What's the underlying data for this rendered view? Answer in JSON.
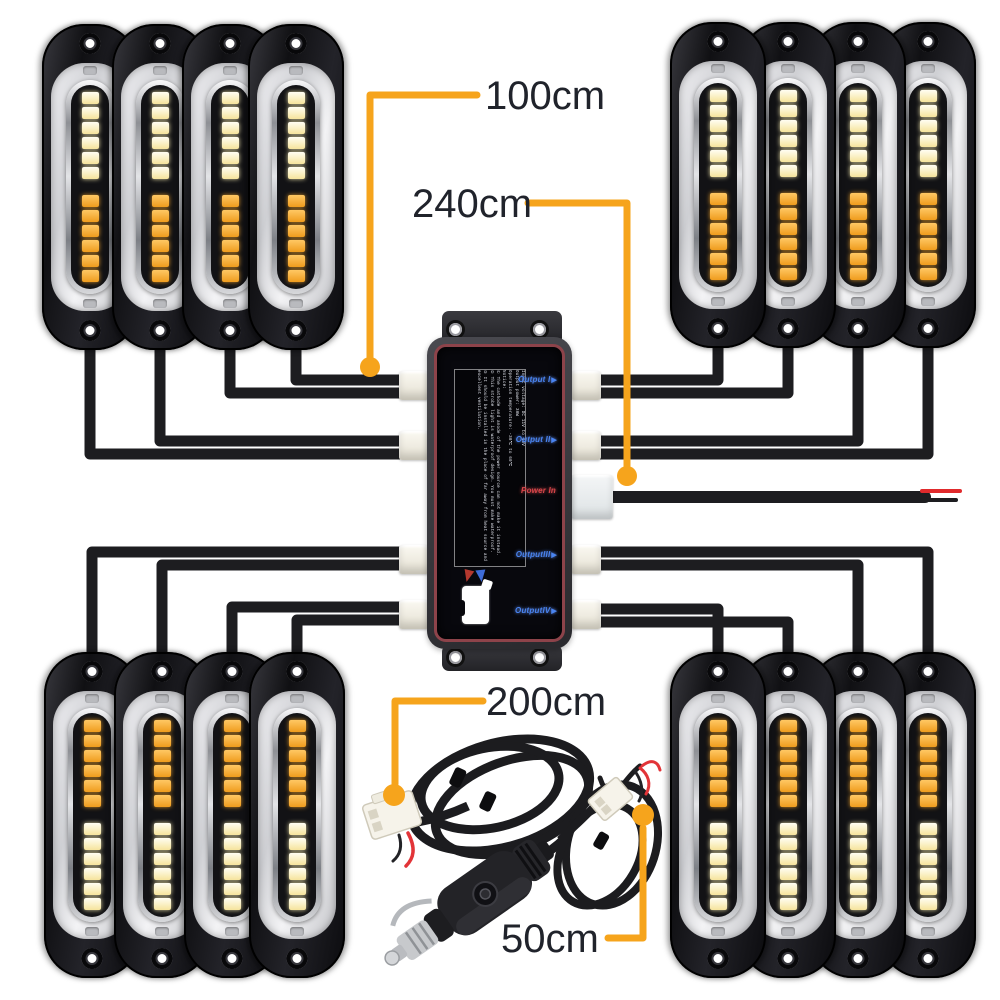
{
  "annotations": {
    "cable_light_to_box": "100cm",
    "cable_power_in": "240cm",
    "cable_extension": "200cm",
    "cable_plug": "50cm"
  },
  "colors": {
    "annotation_orange": "#F6A41C",
    "label_text": "#20232B",
    "wire_black": "#1D1D20",
    "amber_led": "#F2A327",
    "pale_led": "#FCEFB4",
    "box_ring_maroon": "#8D434A",
    "output_label_blue": "#4A84F0",
    "power_label_red": "#D8454A",
    "power_wire_red": "#E02A2C"
  },
  "control_box": {
    "ports": [
      {
        "label": "Output I",
        "type": "output",
        "arrow": "▶"
      },
      {
        "label": "Output II",
        "type": "output",
        "arrow": "▶"
      },
      {
        "label": "Power In",
        "type": "power",
        "arrow": ""
      },
      {
        "label": "OutputIII",
        "type": "output",
        "arrow": "▶"
      },
      {
        "label": "OutputIV",
        "type": "output",
        "arrow": "▶"
      }
    ],
    "spec_lines": [
      "Input voltage: DC 11V to 13V",
      "Output power: 30W",
      "Operation temperature: -30℃ to 60℃",
      "Notice:",
      "① The cathode and anode of the power source can not make it instead.",
      "② This strobe light is waterproof design. You must make waterproof.",
      "③ It should be installed in the place of far away from heat source and excellent ventilation."
    ],
    "icons": [
      "polarity-arrows-icon",
      "lighter-icon"
    ]
  },
  "lights": {
    "module_count": 16,
    "leds_per_module": 12,
    "groups": [
      {
        "id": "top-left",
        "modules": 4,
        "upper_leds": "pale",
        "lower_leds": "amber"
      },
      {
        "id": "top-right",
        "modules": 4,
        "upper_leds": "pale",
        "lower_leds": "amber"
      },
      {
        "id": "bottom-left",
        "modules": 4,
        "upper_leds": "amber",
        "lower_leds": "pale"
      },
      {
        "id": "bottom-right",
        "modules": 4,
        "upper_leds": "amber",
        "lower_leds": "pale"
      }
    ]
  },
  "power_lead": {
    "wire_colors": [
      "red",
      "black"
    ]
  }
}
